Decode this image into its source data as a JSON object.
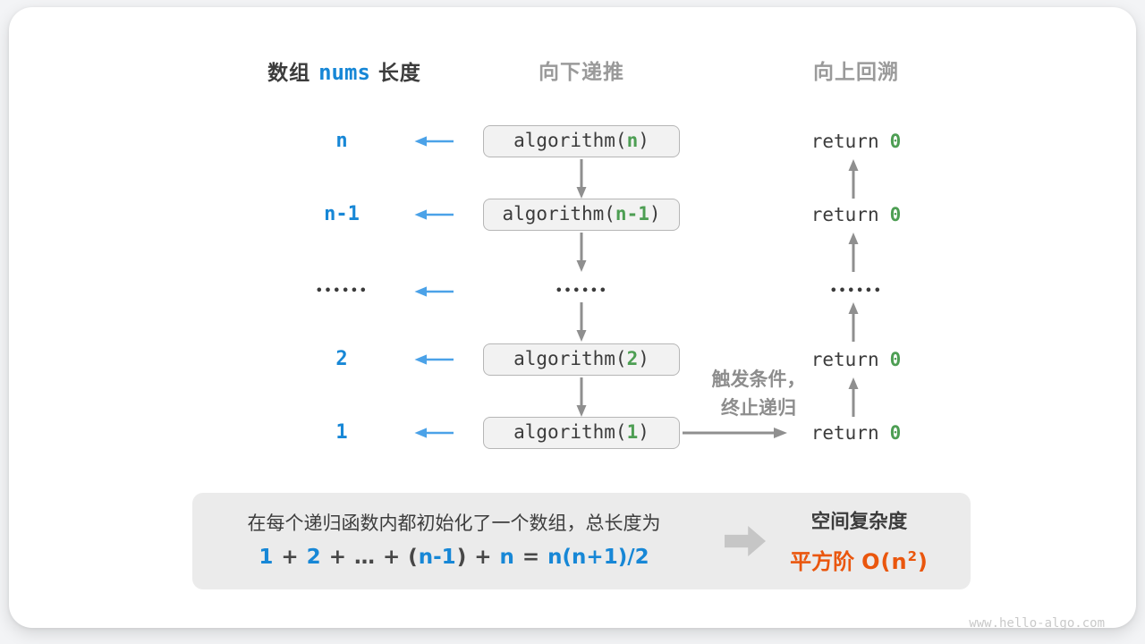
{
  "header": {
    "left_prefix": "数组",
    "left_code": "nums",
    "left_suffix": "长度",
    "recurse": "向下递推",
    "backtrack": "向上回溯"
  },
  "diagram": {
    "rows": [
      {
        "length": "n",
        "param": "n"
      },
      {
        "length": "n-1",
        "param": "n-1"
      },
      {
        "ellipsis": "••••••"
      },
      {
        "length": "2",
        "param": "2"
      },
      {
        "length": "1",
        "param": "1"
      }
    ],
    "code": {
      "call_prefix": "algorithm(",
      "call_suffix": ")",
      "return_keyword": "return",
      "return_value": "0"
    },
    "trigger_note_line1": "触发条件，",
    "trigger_note_line2": "终止递归"
  },
  "summary": {
    "line1": "在每个递归函数内都初始化了一个数组，总长度为",
    "formula": [
      {
        "t": "1"
      },
      {
        "t": "+"
      },
      {
        "t": "2"
      },
      {
        "t": "+"
      },
      {
        "t": "…"
      },
      {
        "t": "+"
      },
      {
        "t": "("
      },
      {
        "t": "n-1"
      },
      {
        "t": ")"
      },
      {
        "t": "+"
      },
      {
        "t": "n"
      },
      {
        "t": "="
      },
      {
        "t": "n(n+1)/2"
      }
    ],
    "result_title": "空间复杂度",
    "result_label": "平方阶",
    "result_expr_prefix": "O(n",
    "result_exponent": "2",
    "result_expr_suffix": ")"
  },
  "footer": {
    "watermark": "www.hello-algo.com"
  },
  "colors": {
    "accent_blue": "#1787d6",
    "arrow_blue": "#4ba2e8",
    "code_green": "#4d9e53",
    "text_dark": "#3c3c3c",
    "muted_gray": "#9a9a9a",
    "arrow_gray": "#8f8f8f",
    "box_bg": "#f2f2f2",
    "box_border": "#b6b6b6",
    "summary_bg": "#ebebeb",
    "accent_orange": "#ea560d"
  }
}
